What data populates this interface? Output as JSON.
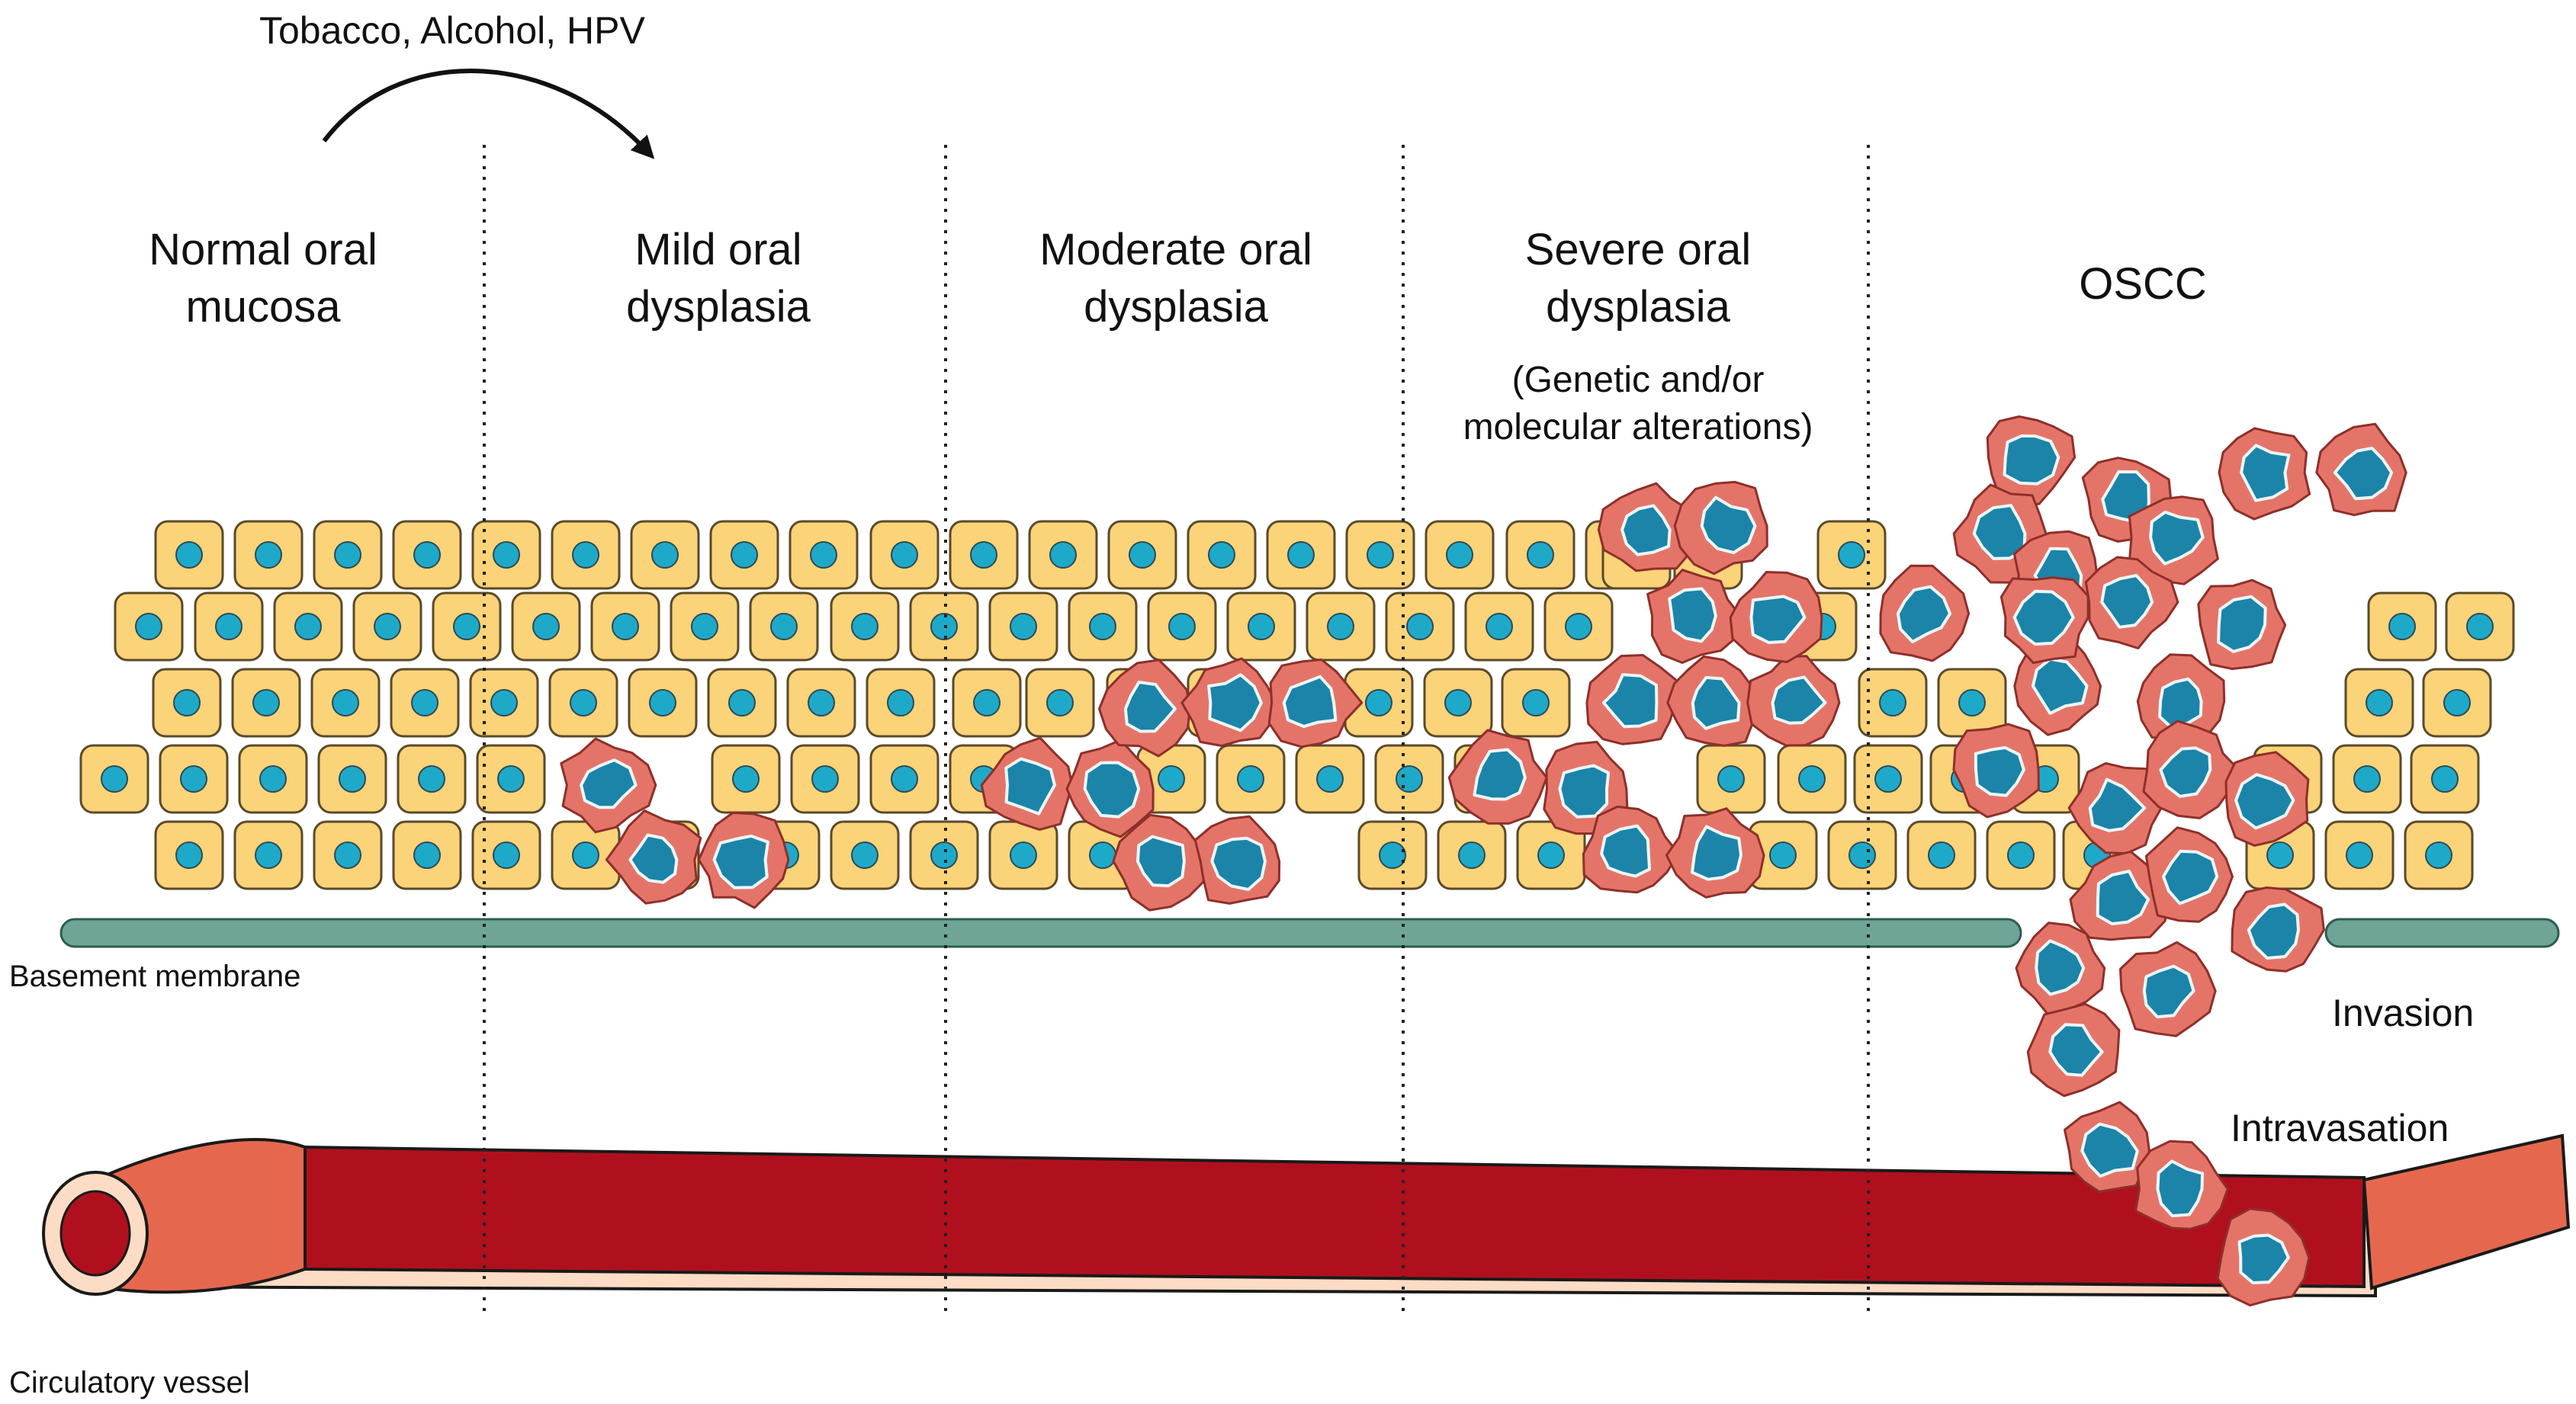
{
  "risk_factors": "Tobacco, Alcohol, HPV",
  "stages": [
    {
      "line1": "Normal oral",
      "line2": "mucosa"
    },
    {
      "line1": "Mild oral",
      "line2": "dysplasia"
    },
    {
      "line1": "Moderate oral",
      "line2": "dysplasia"
    },
    {
      "line1": "Severe oral",
      "line2": "dysplasia"
    },
    {
      "line1": "OSCC",
      "line2": ""
    }
  ],
  "severe_note": {
    "line1": "(Genetic and/or",
    "line2": "molecular alterations)"
  },
  "labels": {
    "basement_membrane": "Basement membrane",
    "circulatory_vessel": "Circulatory vessel",
    "invasion": "Invasion",
    "intravasation": "Intravasation"
  },
  "colors": {
    "normal_cell_fill": "#FBD378",
    "normal_cell_stroke": "#5A4A2A",
    "nucleus": "#1FA9C9",
    "tumor_cell_fill": "#E57468",
    "tumor_cell_stroke": "#8E2F2A",
    "tumor_nucleus": "#1B84A8",
    "membrane": "#6FA597",
    "vessel_wall": "#E5684E",
    "blood": "#B0101E",
    "vessel_inner": "#FCDCC4"
  }
}
